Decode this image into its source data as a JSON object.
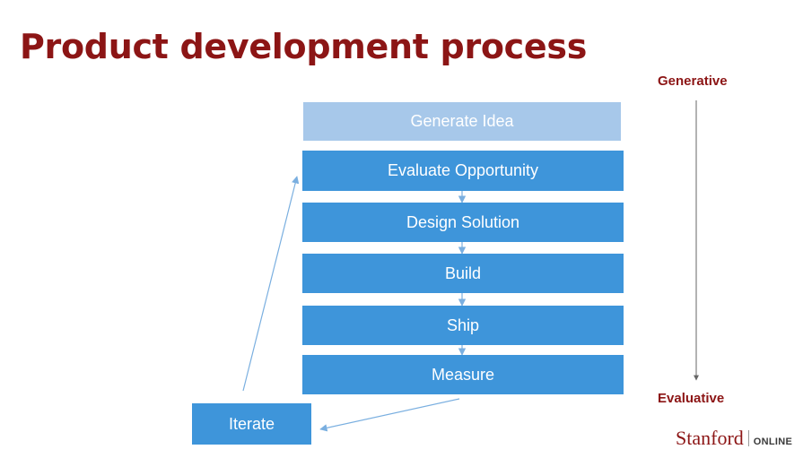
{
  "slide": {
    "title": "Product development process",
    "colors": {
      "accent": "#8c1515",
      "box_primary": "#3e95da",
      "box_light": "#a7c8ea",
      "connector": "#7aafe0"
    }
  },
  "diagram": {
    "generate": "Generate Idea",
    "steps": [
      "Evaluate Opportunity",
      "Design Solution",
      "Build",
      "Ship",
      "Measure"
    ],
    "iterate": "Iterate",
    "scale_top": "Generative",
    "scale_bottom": "Evaluative"
  },
  "logo": {
    "word": "Stanford",
    "sub": "ONLINE"
  }
}
